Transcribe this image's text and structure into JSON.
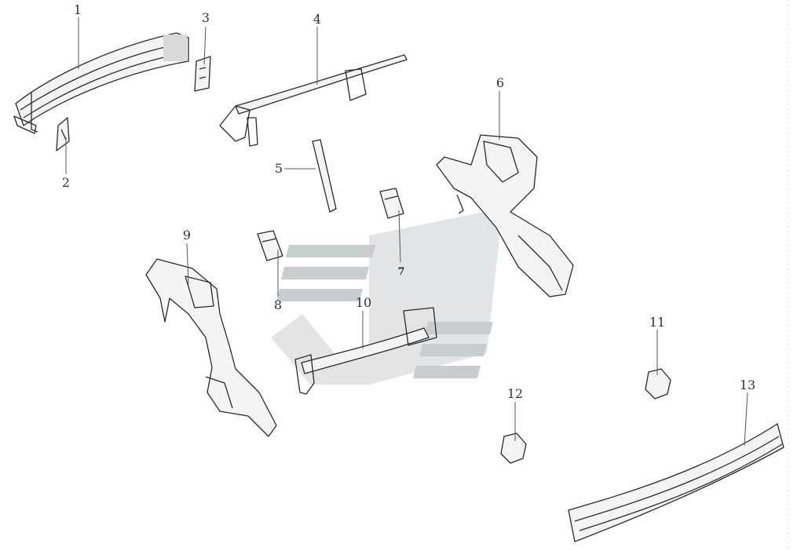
{
  "diagram": {
    "callouts": [
      {
        "id": "1",
        "label": "1"
      },
      {
        "id": "2",
        "label": "2"
      },
      {
        "id": "3",
        "label": "3"
      },
      {
        "id": "4",
        "label": "4"
      },
      {
        "id": "5",
        "label": "5"
      },
      {
        "id": "6",
        "label": "6"
      },
      {
        "id": "7",
        "label": "7"
      },
      {
        "id": "8",
        "label": "8"
      },
      {
        "id": "9",
        "label": "9"
      },
      {
        "id": "10",
        "label": "10"
      },
      {
        "id": "11",
        "label": "11"
      },
      {
        "id": "12",
        "label": "12"
      },
      {
        "id": "13",
        "label": "13"
      }
    ],
    "colors": {
      "line": "#2a2a2a",
      "watermark": "#c9cdd0",
      "background": "#ffffff"
    }
  }
}
